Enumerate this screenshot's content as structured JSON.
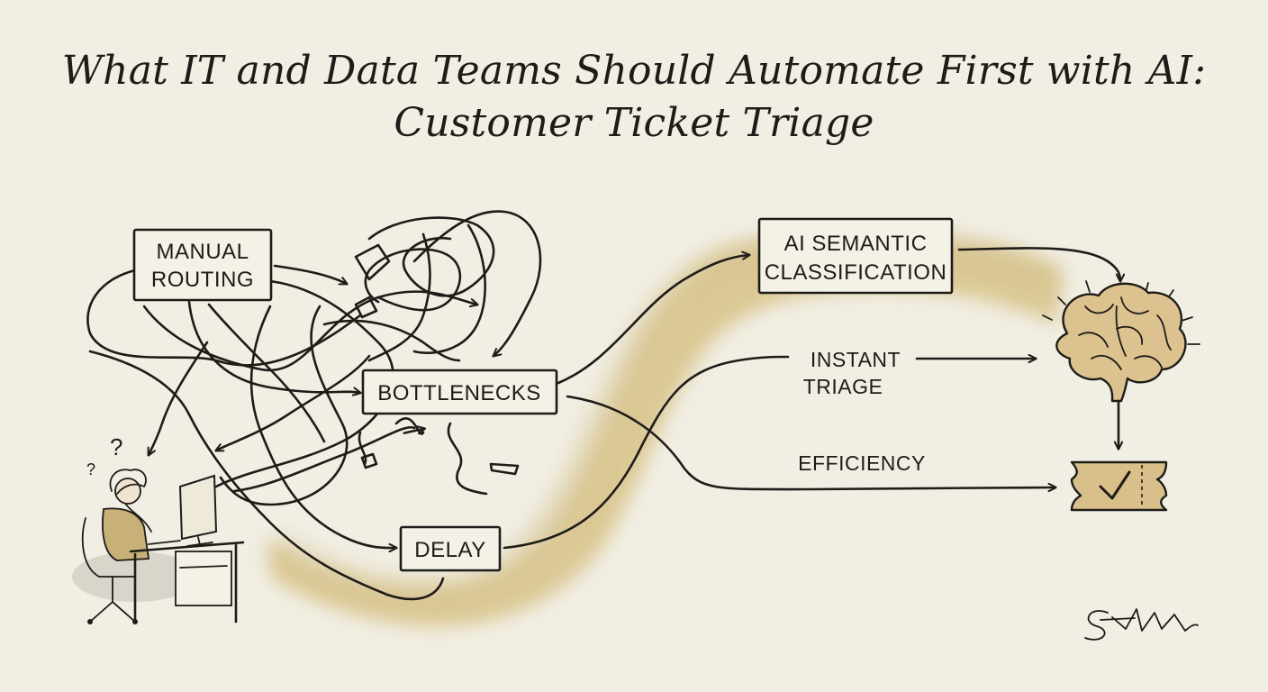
{
  "title": {
    "line1": "What IT and Data Teams Should Automate First with AI:",
    "line2": "Customer Ticket Triage"
  },
  "nodes": {
    "manual_routing": {
      "line1": "MANUAL",
      "line2": "ROUTING"
    },
    "bottlenecks": "BOTTLENECKS",
    "delay": "DELAY",
    "ai_classification": {
      "line1": "AI SEMANTIC",
      "line2": "CLASSIFICATION"
    }
  },
  "edge_labels": {
    "instant_triage": {
      "line1": "INSTANT",
      "line2": "TRIAGE"
    },
    "efficiency": "EFFICIENCY"
  },
  "icons": {
    "confused_worker": "person-at-computer-icon",
    "brain": "brain-icon",
    "ticket": "ticket-check-icon",
    "question_marks": "?"
  },
  "signature": "Stammel",
  "colors": {
    "paper": "#f1eee3",
    "ink": "#1e1c19",
    "ochre_wash": "#c9aa55",
    "brain_fill": "#dcc28e",
    "ticket_fill": "#d9c08a"
  }
}
